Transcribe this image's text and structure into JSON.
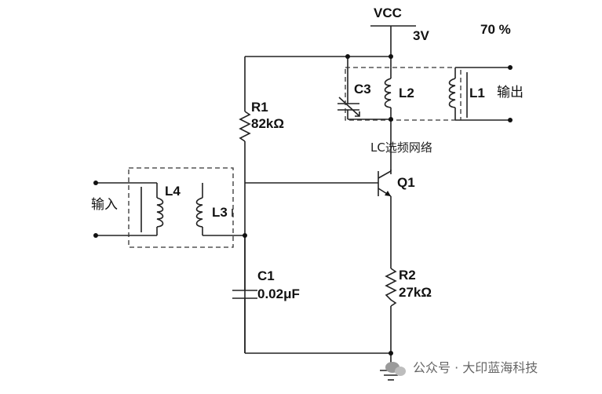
{
  "labels": {
    "vcc": "VCC",
    "voltage": "3V",
    "percent": "70 %",
    "c3": "C3",
    "l2": "L2",
    "l1": "L1",
    "output": "输出",
    "r1": "R1",
    "r1_value": "82kΩ",
    "lc_network": "LC选频网络",
    "q1": "Q1",
    "input": "输入",
    "l4": "L4",
    "l3": "L3",
    "c1": "C1",
    "c1_value": "0.02μF",
    "r2": "R2",
    "r2_value": "27kΩ",
    "watermark": "公众号 · 大印蓝海科技"
  }
}
